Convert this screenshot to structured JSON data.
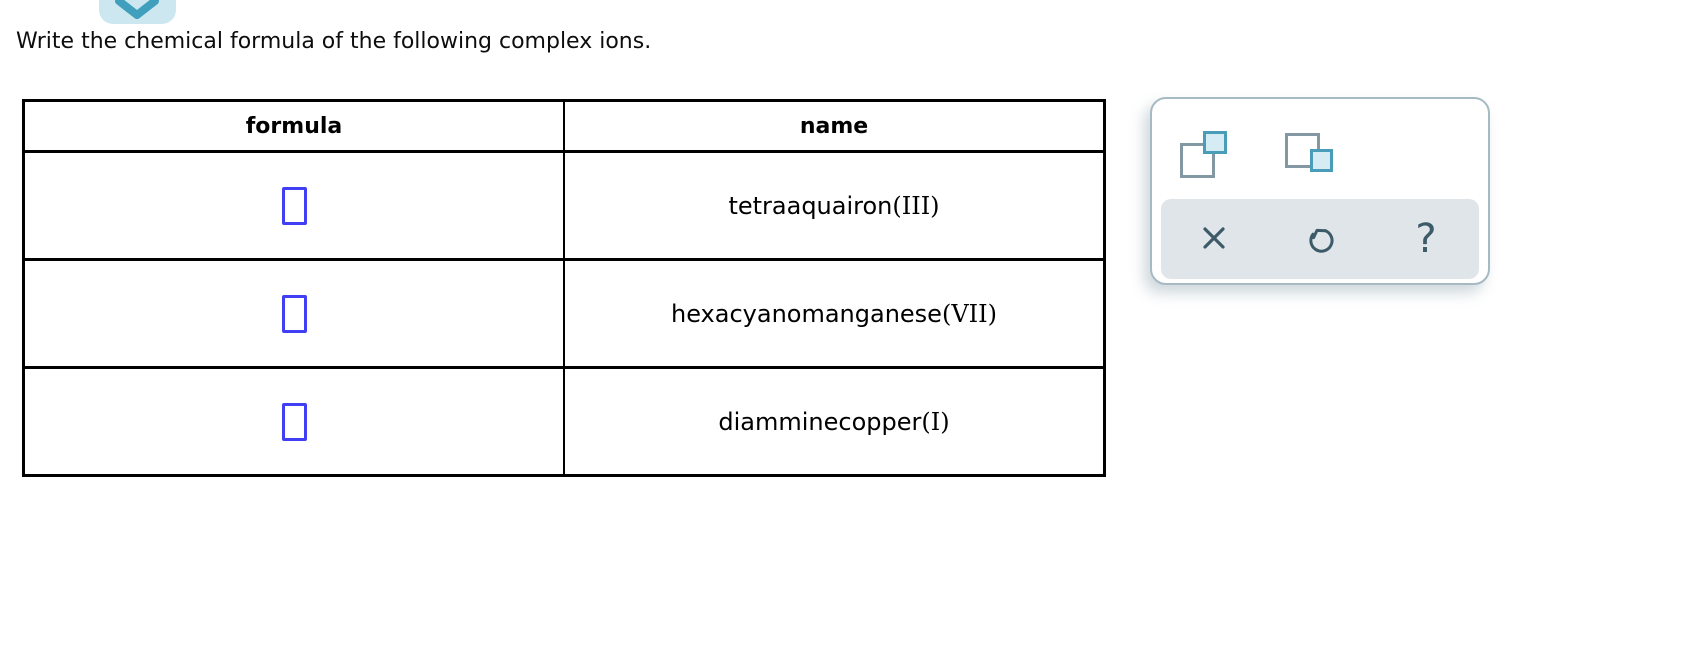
{
  "colors": {
    "accent_teal": "#3f9fbc",
    "continue_button_bg": "#cde7f0",
    "answer_box_blue": "#4040f2",
    "square_gray_border": "#8398a3",
    "square_teal_border": "#4a9db9",
    "square_teal_fill": "#d5ecf4",
    "toolbar_bg": "#e0e5e9",
    "toolbar_icon": "#3d5a68",
    "panel_border": "#a7bac4",
    "table_border": "#000000"
  },
  "header": {
    "title": "Write the chemical formula of the following complex ions.",
    "continue_button_icon": "chevron-down-icon"
  },
  "table": {
    "col_headers": [
      "formula",
      "name"
    ],
    "rows": [
      {
        "input": "empty-answer-box",
        "name_base": "tetraaquairon",
        "name_oxidation": "(III)"
      },
      {
        "input": "empty-answer-box",
        "name_base": "hexacyanomanganese",
        "name_oxidation": "(VII)"
      },
      {
        "input": "empty-answer-box",
        "name_base": "diamminecopper",
        "name_oxidation": "(I)"
      }
    ]
  },
  "palette": {
    "superscript_button_icon": "superscript-squares-icon",
    "subscript_button_icon": "subscript-squares-icon",
    "toolbar": {
      "clear_icon": "x-icon",
      "undo_icon": "undo-arrow-icon",
      "help_icon": "question-mark-icon",
      "help_glyph": "?"
    }
  }
}
